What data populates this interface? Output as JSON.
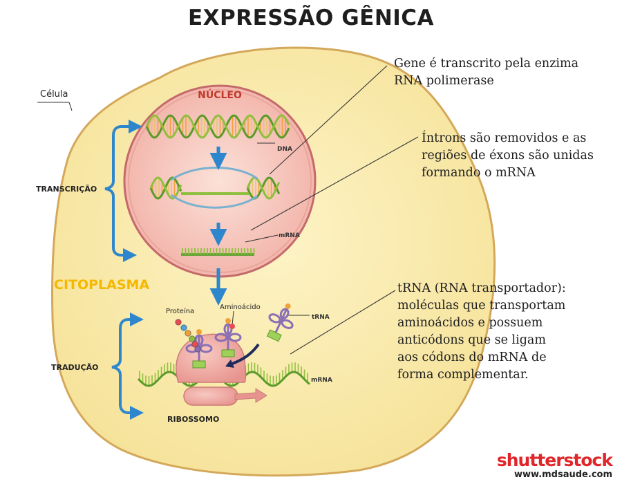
{
  "title": "EXPRESSÃO GÊNICA",
  "labels": {
    "cell": "Célula",
    "nucleus": "NÚCLEO",
    "dna": "DNA",
    "mrna_nucleus": "mRNA",
    "cytoplasm": "CITOPLASMA",
    "transcription": "TRANSCRIÇÃO",
    "translation": "TRADUÇÃO",
    "protein": "Proteína",
    "amino_acid": "Aminoácido",
    "trna": "tRNA",
    "mrna_cytoplasm": "mRNA",
    "ribosome": "RIBOSSOMO"
  },
  "notes": {
    "transcription_note": [
      "Gene é transcrito pela enzima",
      "RNA polimerase"
    ],
    "introns_note": [
      "Íntrons são removidos e as",
      "regiões de éxons são unidas",
      "formando o mRNA"
    ],
    "trna_note": [
      "tRNA (RNA transportador):",
      "moléculas que transportam",
      "aminoácidos e possuem",
      "anticódons que se ligam",
      "aos códons do mRNA de",
      "forma complementar."
    ]
  },
  "watermark": {
    "logo": "shutterstock",
    "url": "www.mdsaude.com"
  },
  "colors": {
    "cell_fill": "#fbeeb2",
    "cell_outline": "#d4a85a",
    "nucleus_fill": "#f6c9c2",
    "nucleus_outline": "#c46a6a",
    "arrow_blue": "#2e86cc",
    "dna_green": "#8fbf3f",
    "dna_orange": "#f0a23a",
    "cytoplasm_text": "#f5b800",
    "nucleus_text": "#c0392b",
    "trna_purple": "#8a6fb5",
    "ribosome_fill": "#eaa3a0"
  }
}
